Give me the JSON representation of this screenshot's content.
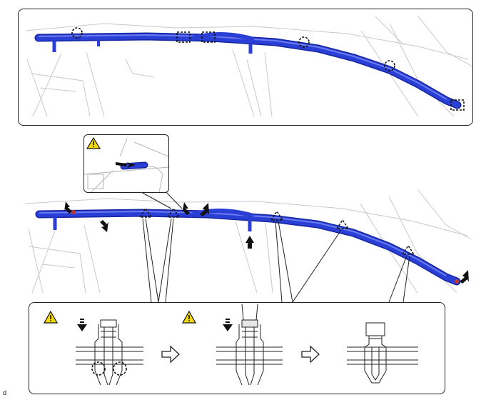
{
  "figure_label": "d",
  "icons": {
    "warning": "caution-triangle-icon",
    "arrow": "process-arrow-icon",
    "push_arrow": "push-direction-arrow-icon"
  },
  "colors": {
    "harness": "#2a3fd6",
    "harness_dark": "#1526a0",
    "harness_light": "#6a7cf0",
    "warning_fill": "#f5d90a",
    "line": "#222222",
    "sketch": "#c8c8c8"
  },
  "steps": [
    {
      "id": "step-1",
      "has_warning": true
    },
    {
      "id": "step-2",
      "has_warning": true
    },
    {
      "id": "step-3",
      "has_warning": false
    }
  ]
}
